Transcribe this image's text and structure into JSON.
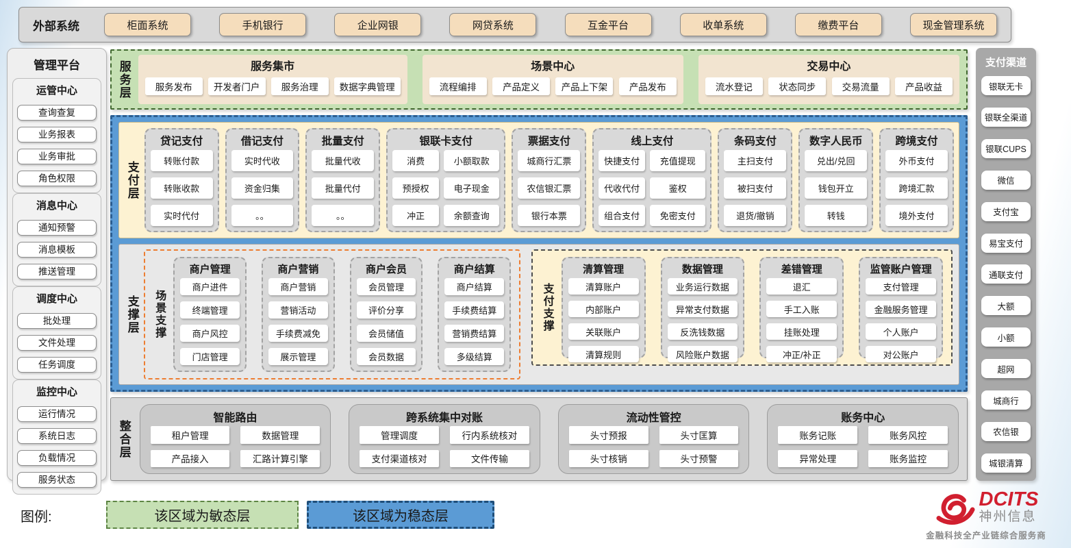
{
  "external_systems": {
    "label": "外部系统",
    "items": [
      "柜面系统",
      "手机银行",
      "企业网银",
      "网贷系统",
      "互金平台",
      "收单系统",
      "缴费平台",
      "现金管理系统"
    ]
  },
  "management_platform": {
    "title": "管理平台",
    "groups": [
      {
        "title": "运管中心",
        "items": [
          "查询查复",
          "业务报表",
          "业务审批",
          "角色权限"
        ]
      },
      {
        "title": "消息中心",
        "items": [
          "通知预警",
          "消息模板",
          "推送管理"
        ]
      },
      {
        "title": "调度中心",
        "items": [
          "批处理",
          "文件处理",
          "任务调度"
        ]
      },
      {
        "title": "监控中心",
        "items": [
          "运行情况",
          "系统日志",
          "负载情况",
          "服务状态"
        ]
      }
    ]
  },
  "service_layer": {
    "label": "服务层",
    "sections": [
      {
        "title": "服务集市",
        "items": [
          "服务发布",
          "开发者门户",
          "服务治理",
          "数据字典管理"
        ]
      },
      {
        "title": "场景中心",
        "items": [
          "流程编排",
          "产品定义",
          "产品上下架",
          "产品发布"
        ]
      },
      {
        "title": "交易中心",
        "items": [
          "流水登记",
          "状态同步",
          "交易流量",
          "产品收益"
        ]
      }
    ]
  },
  "payment_layer": {
    "label": "支付层",
    "columns": [
      {
        "title": "贷记支付",
        "cols": 1,
        "items": [
          "转账付款",
          "转账收款",
          "实时代付"
        ]
      },
      {
        "title": "借记支付",
        "cols": 1,
        "items": [
          "实时代收",
          "资金归集",
          "。。"
        ]
      },
      {
        "title": "批量支付",
        "cols": 1,
        "items": [
          "批量代收",
          "批量代付",
          "。。"
        ]
      },
      {
        "title": "银联卡支付",
        "cols": 2,
        "items": [
          "消费",
          "小额取款",
          "预授权",
          "电子现金",
          "冲正",
          "余额查询"
        ]
      },
      {
        "title": "票据支付",
        "cols": 1,
        "items": [
          "城商行汇票",
          "农信银汇票",
          "银行本票"
        ]
      },
      {
        "title": "线上支付",
        "cols": 2,
        "items": [
          "快捷支付",
          "充值提现",
          "代收代付",
          "鉴权",
          "组合支付",
          "免密支付"
        ]
      },
      {
        "title": "条码支付",
        "cols": 1,
        "items": [
          "主扫支付",
          "被扫支付",
          "退货/撤销"
        ]
      },
      {
        "title": "数字人民币",
        "cols": 1,
        "items": [
          "兑出/兑回",
          "钱包开立",
          "转钱"
        ]
      },
      {
        "title": "跨境支付",
        "cols": 1,
        "items": [
          "外币支付",
          "跨境汇款",
          "境外支付"
        ]
      }
    ]
  },
  "support_layer": {
    "label": "支撑层",
    "groups": [
      {
        "label": "场景支撑",
        "type": "scene",
        "columns": [
          {
            "title": "商户管理",
            "items": [
              "商户进件",
              "终端管理",
              "商户风控",
              "门店管理"
            ]
          },
          {
            "title": "商户营销",
            "items": [
              "商户营销",
              "营销活动",
              "手续费减免",
              "展示管理"
            ]
          },
          {
            "title": "商户会员",
            "items": [
              "会员管理",
              "评价分享",
              "会员储值",
              "会员数据"
            ]
          },
          {
            "title": "商户结算",
            "items": [
              "商户结算",
              "手续费结算",
              "营销费结算",
              "多级结算"
            ]
          }
        ]
      },
      {
        "label": "支付支撑",
        "type": "payment",
        "columns": [
          {
            "title": "清算管理",
            "items": [
              "清算账户",
              "内部账户",
              "关联账户",
              "清算规则"
            ]
          },
          {
            "title": "数据管理",
            "items": [
              "业务运行数据",
              "异常支付数据",
              "反洗钱数据",
              "风险账户数据"
            ]
          },
          {
            "title": "差错管理",
            "items": [
              "退汇",
              "手工入账",
              "挂账处理",
              "冲正/补正"
            ]
          },
          {
            "title": "监管账户管理",
            "items": [
              "支付管理",
              "金融服务管理",
              "个人账户",
              "对公账户"
            ]
          }
        ]
      }
    ]
  },
  "integration_layer": {
    "label": "整合层",
    "sections": [
      {
        "title": "智能路由",
        "items": [
          "租户管理",
          "数据管理",
          "产品接入",
          "汇路计算引擎"
        ]
      },
      {
        "title": "跨系统集中对账",
        "items": [
          "管理调度",
          "行内系统核对",
          "支付渠道核对",
          "文件传输"
        ]
      },
      {
        "title": "流动性管控",
        "items": [
          "头寸预报",
          "头寸匡算",
          "头寸核销",
          "头寸预警"
        ]
      },
      {
        "title": "账务中心",
        "items": [
          "账务记账",
          "账务风控",
          "异常处理",
          "账务监控"
        ]
      }
    ]
  },
  "payment_channels": {
    "title": "支付渠道",
    "items": [
      "银联无卡",
      "银联全渠道",
      "银联CUPS",
      "微信",
      "支付宝",
      "易宝支付",
      "通联支付",
      "大额",
      "小额",
      "超网",
      "城商行",
      "农信银",
      "城银清算"
    ]
  },
  "legend": {
    "label": "图例:",
    "items": [
      {
        "text": "该区域为敏态层",
        "style": "agile"
      },
      {
        "text": "该区域为稳态层",
        "style": "stable"
      }
    ]
  },
  "logo": {
    "brand": "DCITS",
    "company": "神州信息",
    "tagline": "金融科技全产业链综合服务商"
  },
  "colors": {
    "stable_blue": "#5b9bd5",
    "stable_border": "#2c5e91",
    "agile_green": "#c6e0b4",
    "agile_border": "#41682f",
    "panel_cream": "#fdf2d2",
    "column_gray": "#d9d9d9",
    "tan_button": "#f5ddbc",
    "scene_border": "#ed7d31",
    "support_border": "#4d4d4d",
    "channel_gray": "#a8a8a8",
    "brand_red": "#d11f2f"
  }
}
